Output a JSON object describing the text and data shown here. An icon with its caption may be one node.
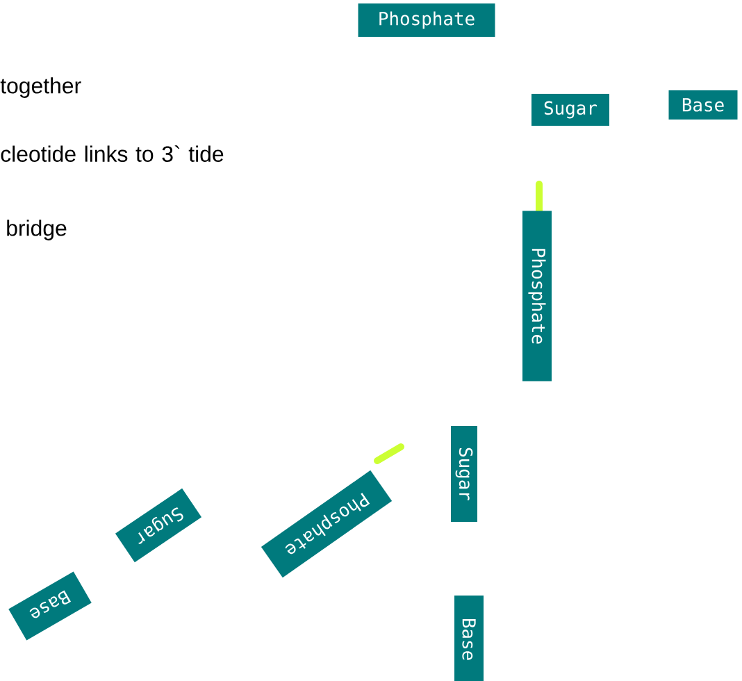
{
  "diagram": {
    "nodes": [
      {
        "text": [
          "Phosphate"
        ]
      },
      {
        "text": [
          "Sugar"
        ]
      },
      {
        "text": [
          "Base"
        ]
      },
      {
        "text": [
          "Phosphate"
        ]
      },
      {
        "text": [
          "Sugar"
        ]
      },
      {
        "text": [
          "Base"
        ]
      },
      {
        "text": [
          "Phosphate"
        ]
      },
      {
        "text": [
          "Sugar"
        ]
      },
      {
        "text": [
          "Base"
        ]
      }
    ],
    "labels": [
      "together",
      "cleotide links to 3` tide",
      "bridge"
    ]
  }
}
